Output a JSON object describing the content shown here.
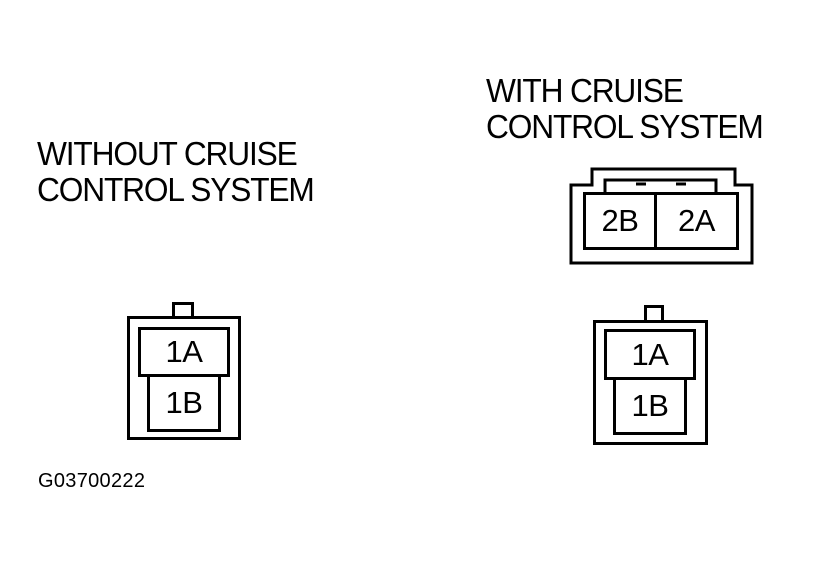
{
  "diagram": {
    "left_heading": [
      "WITHOUT CRUISE",
      "CONTROL SYSTEM"
    ],
    "right_heading": [
      "WITH CRUISE",
      "CONTROL SYSTEM"
    ],
    "left_connector": {
      "top_cell": "1A",
      "bottom_cell": "1B"
    },
    "right_lower_connector": {
      "top_cell": "1A",
      "bottom_cell": "1B"
    },
    "right_upper_connector": {
      "left_cell": "2B",
      "right_cell": "2A"
    },
    "figure_code": "G03700222"
  }
}
